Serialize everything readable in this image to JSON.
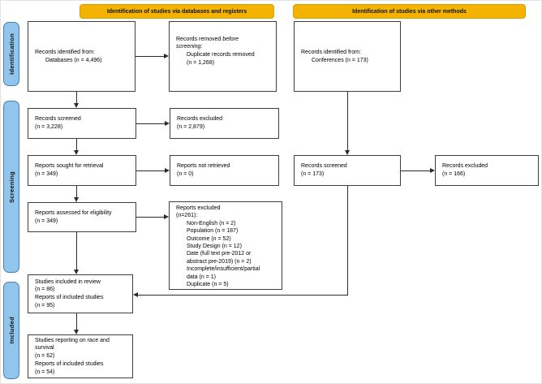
{
  "figure": "PRISMA flow diagram",
  "colors": {
    "header_bg": "#F5B301",
    "header_border": "#DA9C00",
    "stage_pill_bg": "#92C5EB",
    "stage_pill_border": "#4A7FAE",
    "box_border": "#3F3F3F",
    "arrow": "#2B2B2B"
  },
  "column_headers": {
    "databases": "Identification of studies via databases and registers",
    "other_methods": "Identification of studies via other methods"
  },
  "stage_labels": {
    "identification": "Identification",
    "screening": "Screening",
    "included": "Included"
  },
  "boxes": {
    "records_identified_databases": {
      "lines": [
        "Records identified from:",
        "Databases (n = 4,496)"
      ]
    },
    "records_removed": {
      "lead": "Records removed ",
      "italic1": "before",
      "italic2": "screening:",
      "lines": [
        "Duplicate records removed",
        "(n = 1,268)"
      ]
    },
    "records_identified_conferences": {
      "lines": [
        "Records identified from:",
        "Conferences (n = 173)"
      ]
    },
    "records_screened_databases": {
      "lines": [
        "Records screened",
        "(n = 3,228)"
      ]
    },
    "records_excluded_databases": {
      "lines": [
        "Records excluded",
        "(n = 2,879)"
      ]
    },
    "reports_sought": {
      "lines": [
        "Reports sought for retrieval",
        "(n = 349)"
      ]
    },
    "reports_not_retrieved": {
      "lines": [
        "Reports not retrieved",
        "(n = 0)"
      ]
    },
    "records_screened_conferences": {
      "lines": [
        "Records screened",
        "(n = 173)"
      ]
    },
    "records_excluded_conferences": {
      "lines": [
        "Records excluded",
        "(n = 166)"
      ]
    },
    "reports_assessed": {
      "lines": [
        "Reports assessed for eligibility",
        "(n = 349)"
      ]
    },
    "reports_excluded": {
      "lines": [
        "Reports excluded",
        "(n=261):",
        "Non-English (n = 2)",
        "Population (n = 187)",
        "Outcome (n = 52)",
        "Study Design (n = 12)",
        "Date (full text pre-2012 or",
        "abstract pre-2019) (n = 2)",
        "Incomplete/insufficient/partial",
        "data (n = 1)",
        "Duplicate (n = 5)"
      ]
    },
    "studies_included": {
      "lines": [
        "Studies included in review",
        "(n = 86)",
        "Reports of included studies",
        "(n = 95)"
      ]
    },
    "studies_race_survival": {
      "lines": [
        "Studies reporting on race and",
        "survival",
        "(n = 62)",
        "Reports of included studies",
        "(n = 54)"
      ]
    }
  }
}
